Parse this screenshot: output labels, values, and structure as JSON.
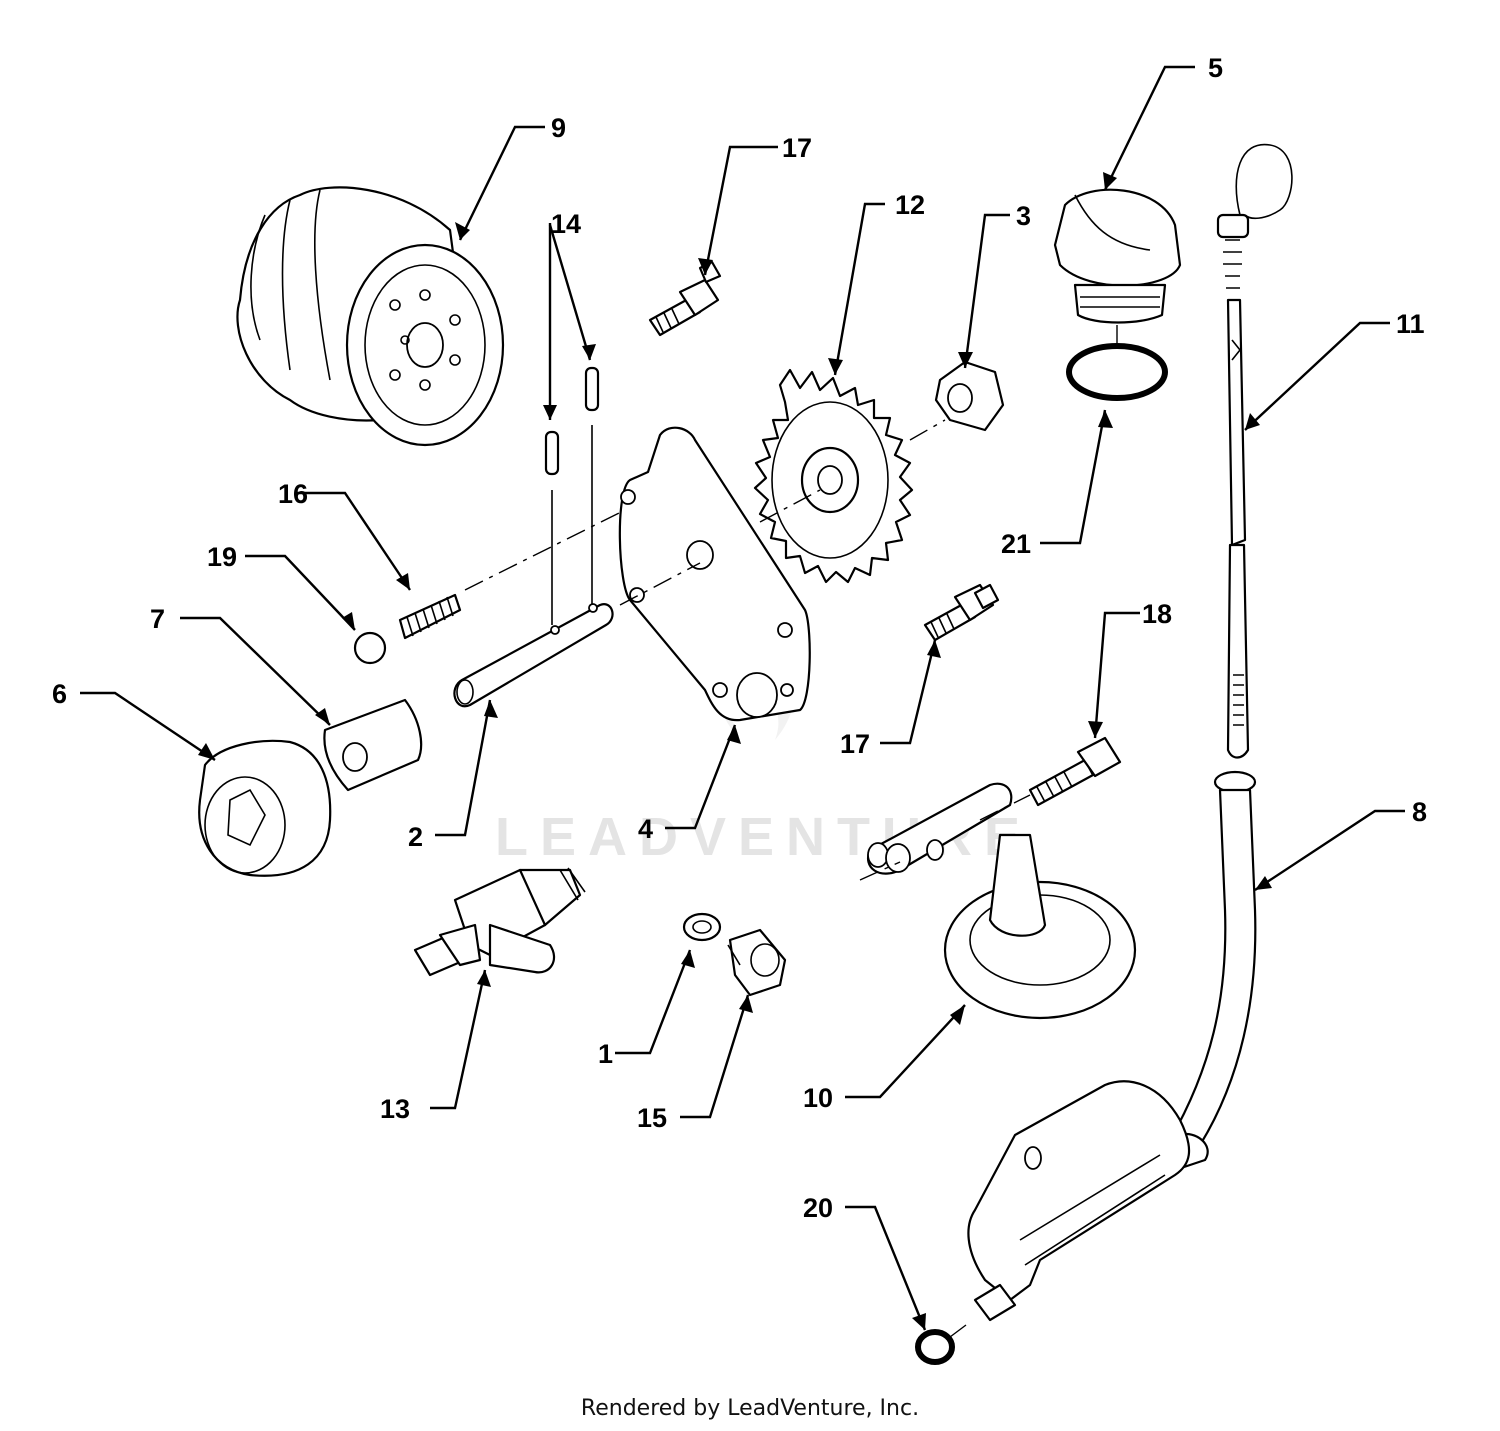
{
  "watermark": "LEADVENTURE",
  "footer": "Rendered by LeadVenture, Inc.",
  "callouts": {
    "c1": "1",
    "c2": "2",
    "c3": "3",
    "c4": "4",
    "c5": "5",
    "c6": "6",
    "c7": "7",
    "c8": "8",
    "c9": "9",
    "c10": "10",
    "c11": "11",
    "c12": "12",
    "c13": "13",
    "c14": "14",
    "c15": "15",
    "c16": "16",
    "c17a": "17",
    "c17b": "17",
    "c18": "18",
    "c19": "19",
    "c20": "20",
    "c21": "21"
  }
}
